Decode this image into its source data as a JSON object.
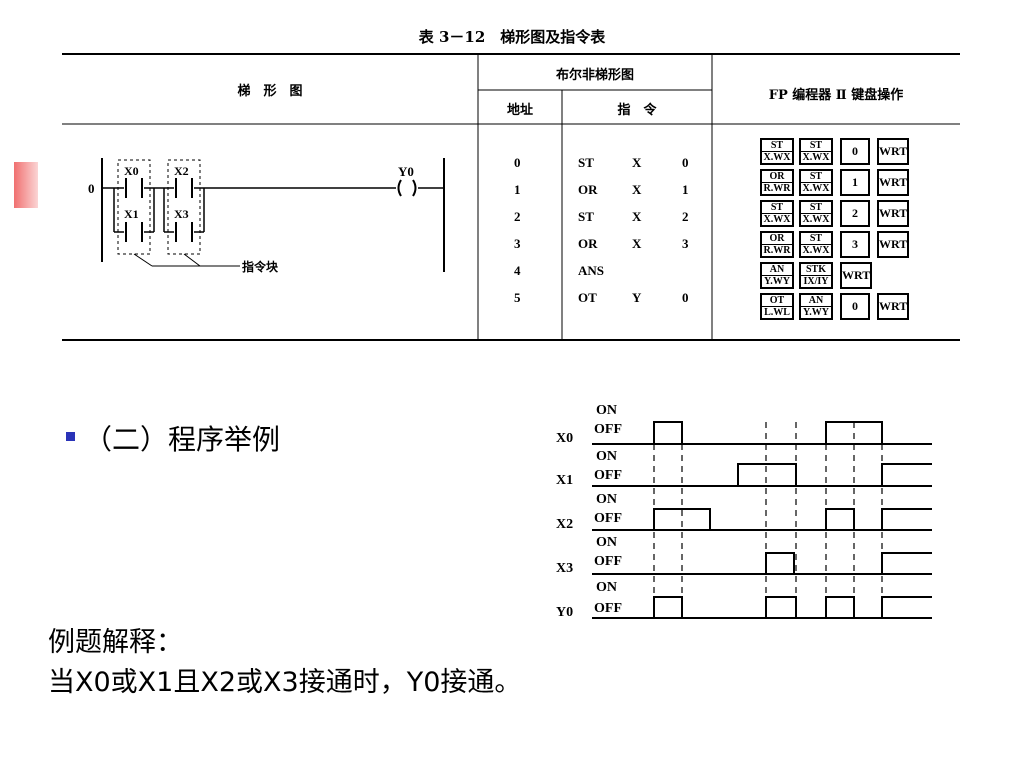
{
  "table": {
    "title": "表 3－12　梯形图及指令表",
    "headers": {
      "ladder": "梯　形　图",
      "boolean": "布尔非梯形图",
      "address": "地址",
      "instruction": "指　令",
      "fp": "FP 编程器 Ⅱ 键盘操作"
    },
    "rows": [
      {
        "addr": "0",
        "op": "ST",
        "dev": "X",
        "num": "0"
      },
      {
        "addr": "1",
        "op": "OR",
        "dev": "X",
        "num": "1"
      },
      {
        "addr": "2",
        "op": "ST",
        "dev": "X",
        "num": "2"
      },
      {
        "addr": "3",
        "op": "OR",
        "dev": "X",
        "num": "3"
      },
      {
        "addr": "4",
        "op": "ANS",
        "dev": "",
        "num": ""
      },
      {
        "addr": "5",
        "op": "OT",
        "dev": "Y",
        "num": "0"
      }
    ],
    "keys": [
      [
        {
          "l1": "ST",
          "l2": "X.WX"
        },
        {
          "l1": "ST",
          "l2": "X.WX"
        },
        {
          "l1": "0",
          "l2": ""
        },
        {
          "l1": "WRT",
          "l2": ""
        }
      ],
      [
        {
          "l1": "OR",
          "l2": "R.WR"
        },
        {
          "l1": "ST",
          "l2": "X.WX"
        },
        {
          "l1": "1",
          "l2": ""
        },
        {
          "l1": "WRT",
          "l2": ""
        }
      ],
      [
        {
          "l1": "ST",
          "l2": "X.WX"
        },
        {
          "l1": "ST",
          "l2": "X.WX"
        },
        {
          "l1": "2",
          "l2": ""
        },
        {
          "l1": "WRT",
          "l2": ""
        }
      ],
      [
        {
          "l1": "OR",
          "l2": "R.WR"
        },
        {
          "l1": "ST",
          "l2": "X.WX"
        },
        {
          "l1": "3",
          "l2": ""
        },
        {
          "l1": "WRT",
          "l2": ""
        }
      ],
      [
        {
          "l1": "AN",
          "l2": "Y.WY"
        },
        {
          "l1": "STK",
          "l2": "IX/IY"
        },
        {
          "l1": "WRT",
          "l2": ""
        }
      ],
      [
        {
          "l1": "OT",
          "l2": "L.WL"
        },
        {
          "l1": "AN",
          "l2": "Y.WY"
        },
        {
          "l1": "0",
          "l2": ""
        },
        {
          "l1": "WRT",
          "l2": ""
        }
      ]
    ]
  },
  "ladder": {
    "rung_number": "0",
    "contacts": [
      "X0",
      "X2",
      "X1",
      "X3"
    ],
    "coil": "Y0",
    "block_label": "指令块"
  },
  "timing": {
    "on_label": "ON",
    "off_label": "OFF",
    "signals": [
      "X0",
      "X1",
      "X2",
      "X3",
      "Y0"
    ]
  },
  "section": {
    "heading": "（二）程序举例",
    "explanation_title": "例题解释：",
    "explanation_text": "当X0或X1且X2或X3接通时，Y0接通。"
  },
  "colors": {
    "bullet": "#2a33b8",
    "accent_strip": "#f07070"
  }
}
